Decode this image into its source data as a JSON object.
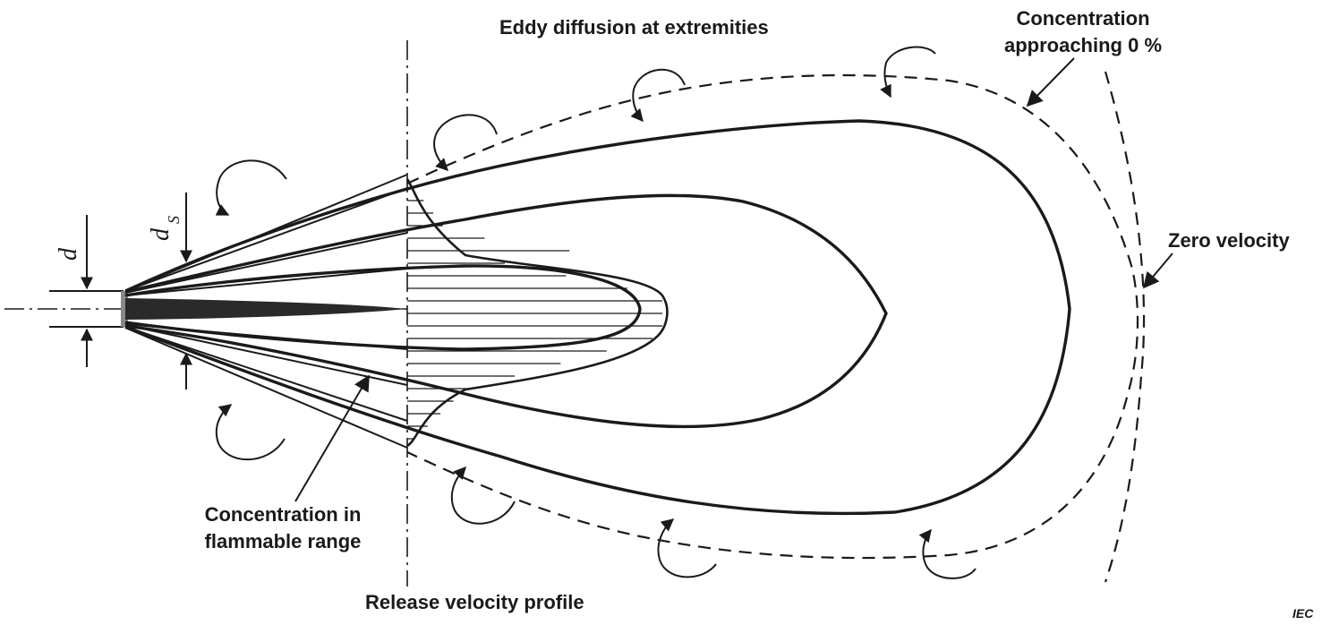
{
  "labels": {
    "eddy_diffusion": "Eddy diffusion at extremities",
    "concentration_zero_line1": "Concentration",
    "concentration_zero_line2": "approaching 0 %",
    "zero_velocity": "Zero velocity",
    "flammable_line1": "Concentration in",
    "flammable_line2": "flammable range",
    "release_velocity_profile": "Release velocity profile",
    "diameter_d": "d",
    "diameter_ds_main": "d",
    "diameter_ds_sub": "S",
    "source_mark": "IEC"
  },
  "icons": {
    "eddy_arrow": "curved-arrow-icon",
    "pointer_arrow": "arrowhead-icon"
  },
  "colors": {
    "ink": "#1a1a1a",
    "background": "#ffffff"
  }
}
